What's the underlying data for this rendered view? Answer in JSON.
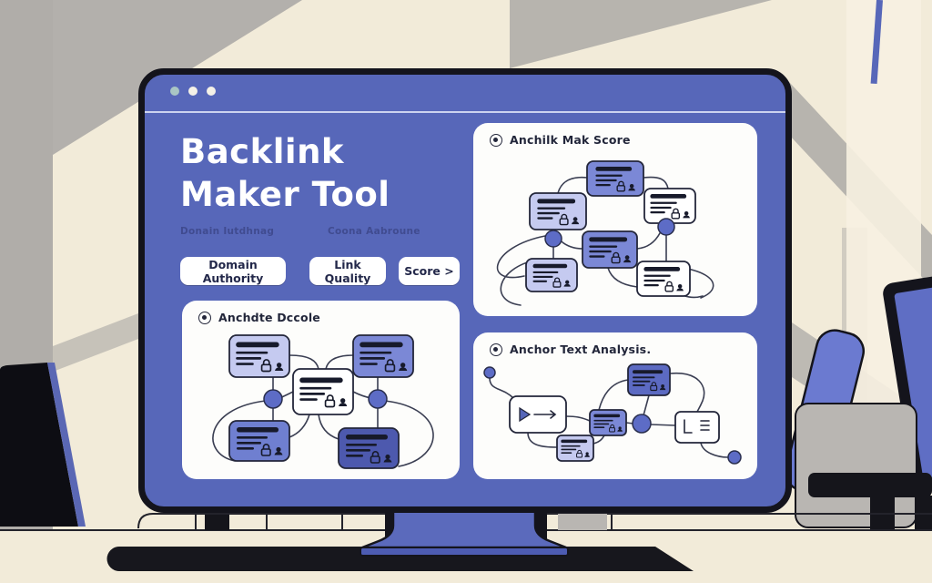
{
  "window": {
    "dots": [
      "window-dot-1",
      "window-dot-2",
      "window-dot-3"
    ]
  },
  "app": {
    "title_line1": "Backlink",
    "title_line2": "Maker Tool",
    "subtitle_left": "Donain Iutdhnag",
    "subtitle_right": "Coona Aabroune",
    "buttons": [
      {
        "label": "Domain Authority"
      },
      {
        "label": "Link Quality"
      },
      {
        "label": "Score >"
      }
    ],
    "panels": [
      {
        "title": "Anchilk Mak Score",
        "icon": "target-icon",
        "content": "backlink-node-graph"
      },
      {
        "title": "Anchdte Dccole",
        "icon": "target-icon",
        "content": "backlink-node-graph"
      },
      {
        "title": "Anchor Text Analysis.",
        "icon": "target-icon",
        "content": "anchor-flow-graph"
      }
    ]
  },
  "icons": [
    "target-icon",
    "doc-node-icon",
    "lock-icon",
    "bell-icon",
    "play-icon",
    "arrow-right-icon"
  ],
  "colors": {
    "screen": "#5767b9",
    "monitor_frame": "#14141c",
    "card_white": "#fdfdfb",
    "node_light": "#c5caf0",
    "node_mid": "#7b88d6",
    "node_dark": "#4d59ae",
    "node_dot": "#5d6cc6",
    "ink": "#23263a",
    "wall": "#f2ebd9",
    "wall_shadow": "#a8a6a3",
    "accent_blue": "#6b7ad0"
  }
}
